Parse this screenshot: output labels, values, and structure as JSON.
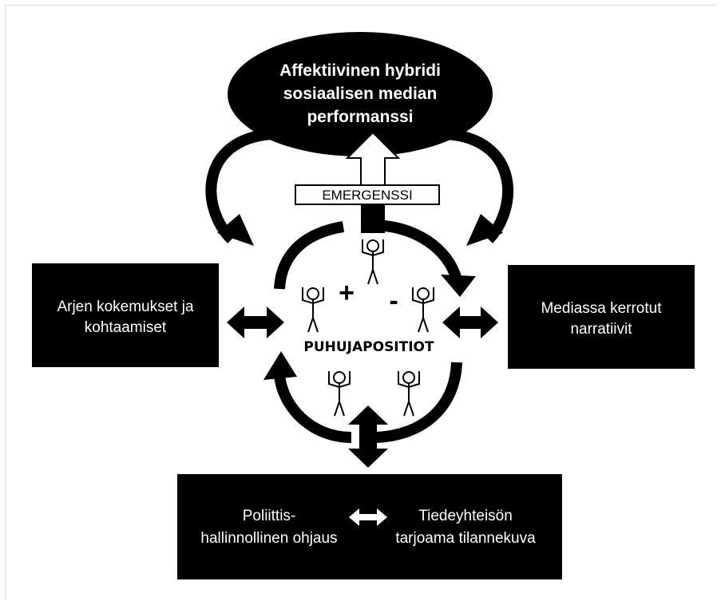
{
  "diagram": {
    "top_ellipse": {
      "lines": [
        "Affektiivinen hybridi",
        "sosiaalisen median",
        "performanssi"
      ]
    },
    "emergence_label": "EMERGENSSI",
    "left_box": {
      "lines": [
        "Arjen kokemukset ja",
        "kohtaamiset"
      ]
    },
    "right_box": {
      "lines": [
        "Mediassa kerrotut",
        "narratiivit"
      ]
    },
    "center_label": "PUHUJAPOSITIOT",
    "plus_sign": "+",
    "minus_sign": "-",
    "bottom_box": {
      "left_lines": [
        "Poliittis-",
        "hallinnollinen ohjaus"
      ],
      "right_lines": [
        "Tiedeyhteisön",
        "tarjoama tilannekuva"
      ]
    },
    "colors": {
      "fill": "#000000",
      "text": "#ffffff",
      "background": "#ffffff"
    }
  }
}
